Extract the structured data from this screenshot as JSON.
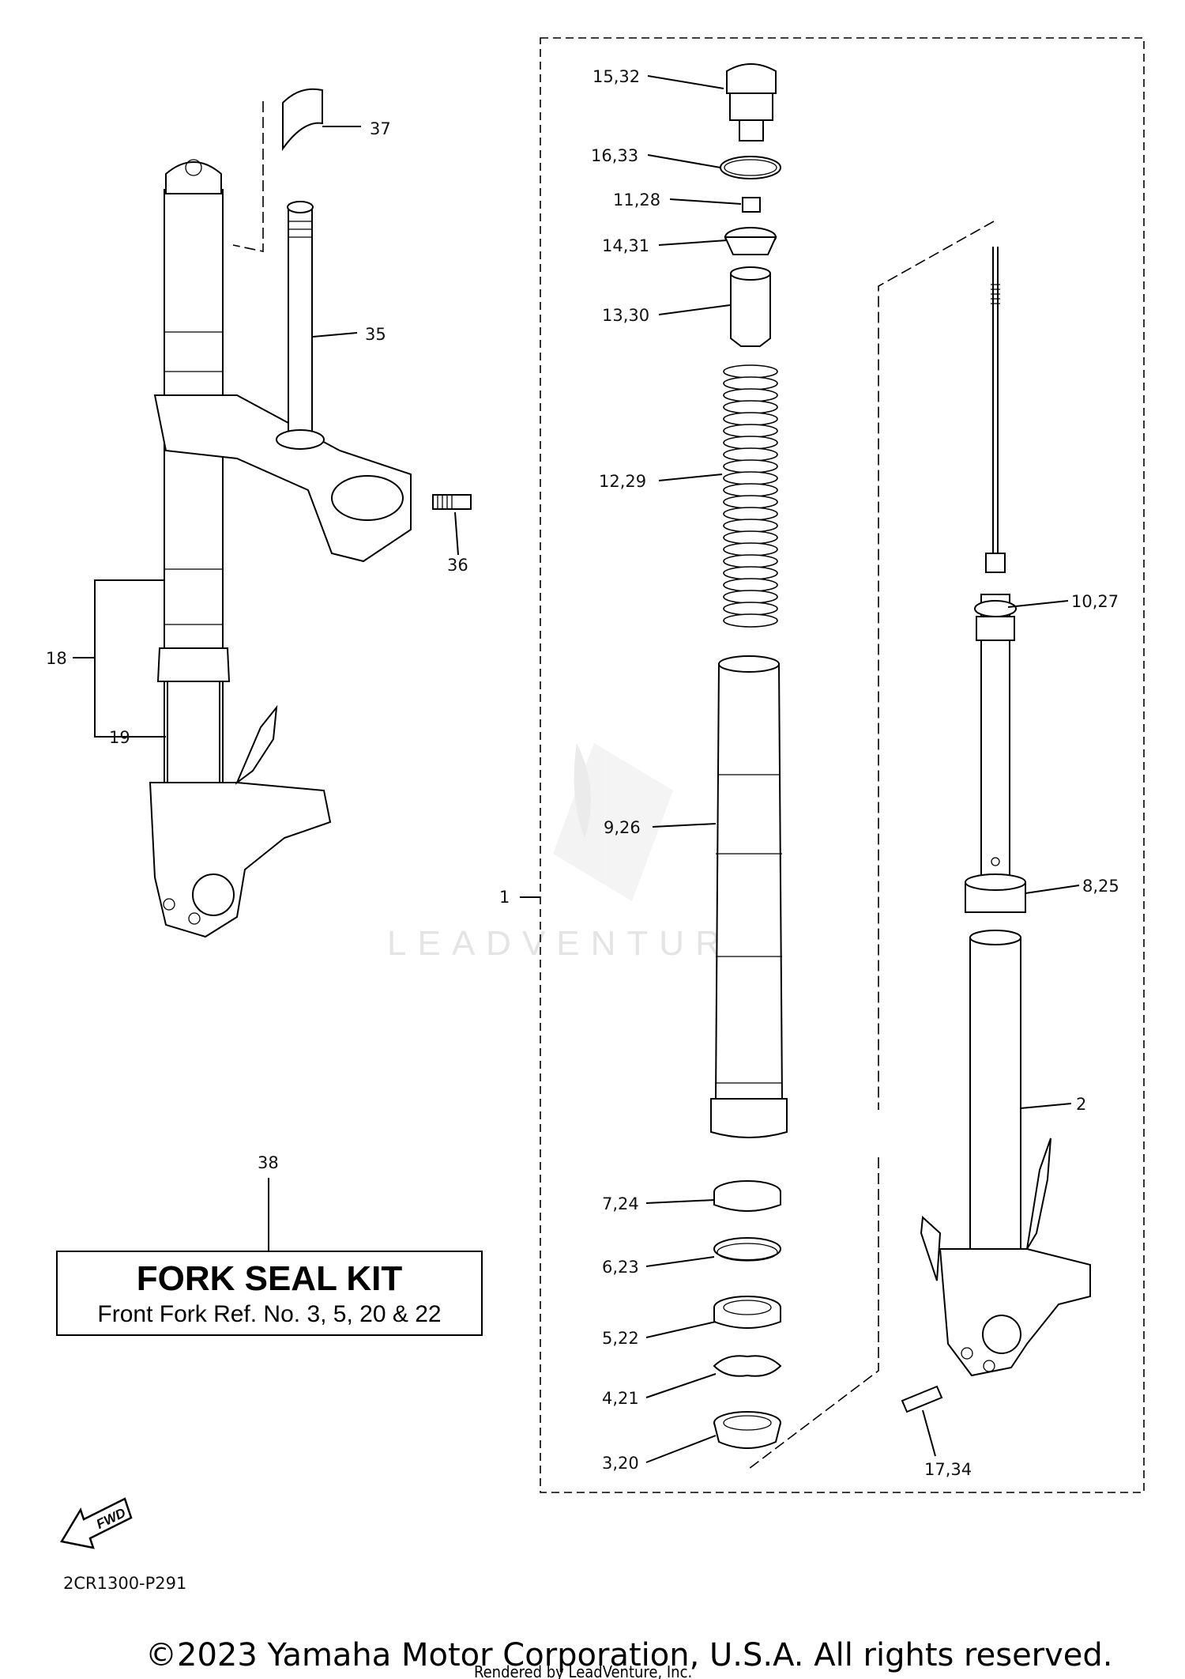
{
  "diagram": {
    "callouts": {
      "c1": "1",
      "c2": "2",
      "c3_20": "3,20",
      "c4_21": "4,21",
      "c5_22": "5,22",
      "c6_23": "6,23",
      "c7_24": "7,24",
      "c8_25": "8,25",
      "c9_26": "9,26",
      "c10_27": "10,27",
      "c11_28": "11,28",
      "c12_29": "12,29",
      "c13_30": "13,30",
      "c14_31": "14,31",
      "c15_32": "15,32",
      "c16_33": "16,33",
      "c17_34": "17,34",
      "c18": "18",
      "c19": "19",
      "c35": "35",
      "c36": "36",
      "c37": "37",
      "c38": "38"
    },
    "kit_box": {
      "title": "FORK SEAL KIT",
      "subtitle": "Front Fork Ref. No. 3, 5, 20 & 22"
    },
    "fwd_label": "FWD",
    "diagram_code": "2CR1300-P291",
    "watermark": "LEADVENTURE",
    "copyright": "©2023 Yamaha Motor Corporation, U.S.A. All rights reserved.",
    "rendered_by": "Rendered by LeadVenture, Inc."
  }
}
